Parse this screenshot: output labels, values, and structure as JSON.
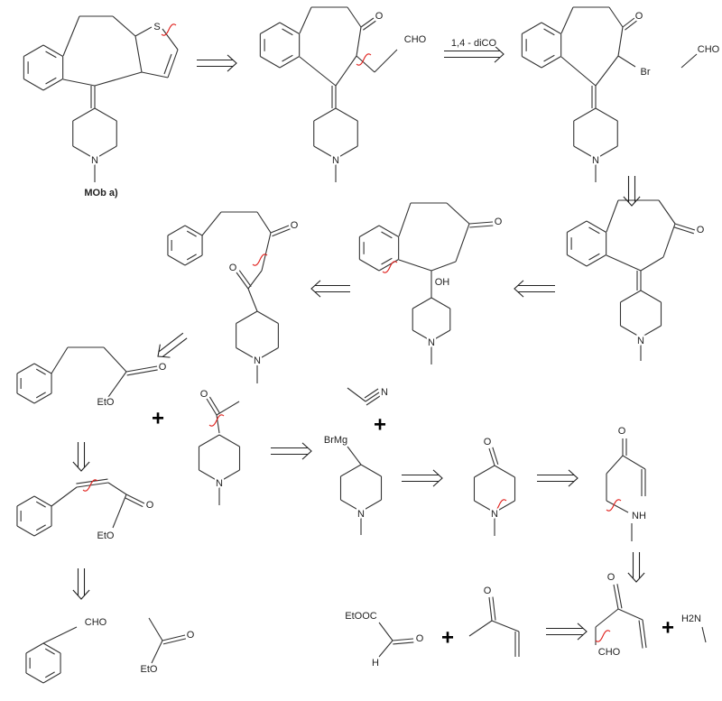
{
  "diagram": {
    "title": "MOb a)",
    "arrow_label": "1,4 - diCO",
    "colors": {
      "bonds": "#333333",
      "disconnection": "#e0201c"
    },
    "labels": {
      "s": "S",
      "n": "N",
      "o": "O",
      "cho": "CHO",
      "br": "Br",
      "oh": "OH",
      "eto": "EtO",
      "brmg": "BrMg",
      "nh": "NH",
      "etooc": "EtOOC",
      "h": "H",
      "h2n": "H2N",
      "plus": "+"
    }
  }
}
